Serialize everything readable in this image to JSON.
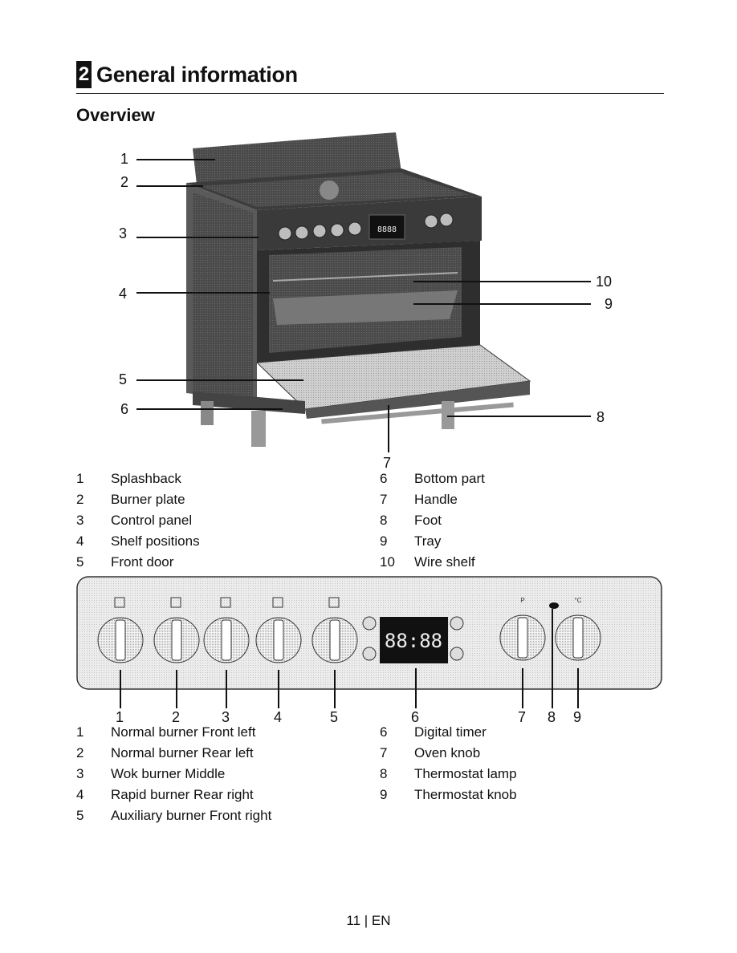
{
  "chapter": {
    "number": "2",
    "title": "General information"
  },
  "section_title": "Overview",
  "oven_figure": {
    "callouts": [
      "1",
      "2",
      "3",
      "4",
      "5",
      "6",
      "7",
      "8",
      "9",
      "10"
    ],
    "display_text": "8888"
  },
  "parts_left": [
    {
      "num": "1",
      "label": "Splashback"
    },
    {
      "num": "2",
      "label": "Burner plate"
    },
    {
      "num": "3",
      "label": "Control panel"
    },
    {
      "num": "4",
      "label": "Shelf positions"
    },
    {
      "num": "5",
      "label": "Front door"
    }
  ],
  "parts_right": [
    {
      "num": "6",
      "label": "Bottom part"
    },
    {
      "num": "7",
      "label": "Handle"
    },
    {
      "num": "8",
      "label": "Foot"
    },
    {
      "num": "9",
      "label": "Tray"
    },
    {
      "num": "10",
      "label": "Wire shelf"
    }
  ],
  "panel_figure": {
    "callouts": [
      "1",
      "2",
      "3",
      "4",
      "5",
      "6",
      "7",
      "8",
      "9"
    ],
    "timer_display": "88:88",
    "oven_knob_mark": "P",
    "thermostat_mark": "°C"
  },
  "controls_left": [
    {
      "num": "1",
      "label": "Normal burner Front left"
    },
    {
      "num": "2",
      "label": "Normal burner Rear left"
    },
    {
      "num": "3",
      "label": "Wok burner Middle"
    },
    {
      "num": "4",
      "label": "Rapid burner Rear right"
    },
    {
      "num": "5",
      "label": "Auxiliary burner Front right"
    }
  ],
  "controls_right": [
    {
      "num": "6",
      "label": "Digital timer"
    },
    {
      "num": "7",
      "label": "Oven knob"
    },
    {
      "num": "8",
      "label": "Thermostat lamp"
    },
    {
      "num": "9",
      "label": "Thermostat knob"
    }
  ],
  "footer": "11 | EN"
}
